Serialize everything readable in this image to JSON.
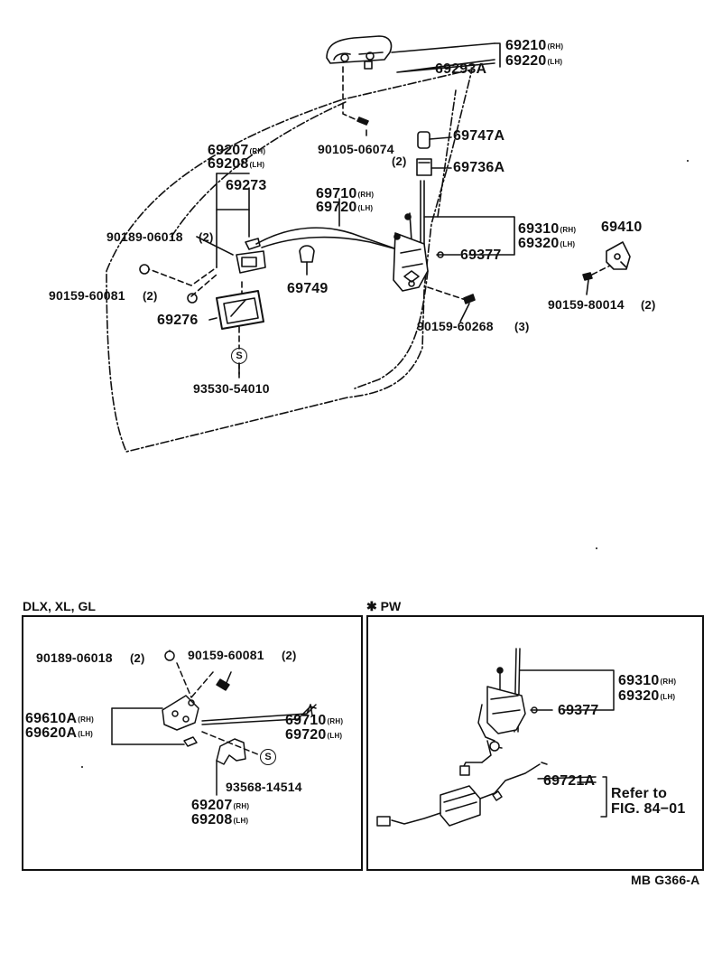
{
  "main": {
    "parts": {
      "p69210": "69210",
      "p69220": "69220",
      "p69293A": "69293A",
      "p90105": "90105-06074",
      "p90105_qty": "(2)",
      "p69747A": "69747A",
      "p69736A": "69736A",
      "p69207": "69207",
      "p69208": "69208",
      "p69273": "69273",
      "p69710": "69710",
      "p69720": "69720",
      "p90189": "90189-06018",
      "p90189_qty": "(2)",
      "p69310": "69310",
      "p69320": "69320",
      "p69410": "69410",
      "p69377": "69377",
      "p90159_60081": "90159-60081",
      "p90159_60081_qty": "(2)",
      "p69749": "69749",
      "p90159_80014": "90159-80014",
      "p90159_80014_qty": "(2)",
      "p69276": "69276",
      "p90159_60268": "90159-60268",
      "p90159_60268_qty": "(3)",
      "p93530": "93530-54010",
      "circle_s": "S"
    },
    "suffix": {
      "rh": "(RH)",
      "lh": "(LH)"
    }
  },
  "left_panel": {
    "title": "DLX, XL, GL",
    "p90189": "90189-06018",
    "p90189_qty": "(2)",
    "p90159": "90159-60081",
    "p90159_qty": "(2)",
    "p69610A": "69610A",
    "p69620A": "69620A",
    "p69710": "69710",
    "p69720": "69720",
    "p93568": "93568-14514",
    "p69207": "69207",
    "p69208": "69208",
    "circle_s": "S"
  },
  "right_panel": {
    "title": "✱ PW",
    "p69310": "69310",
    "p69320": "69320",
    "p69377": "69377",
    "p69721A": "69721A",
    "refer_line1": "Refer to",
    "refer_line2": "FIG. 84−01"
  },
  "figure_code": "MB G366-A"
}
